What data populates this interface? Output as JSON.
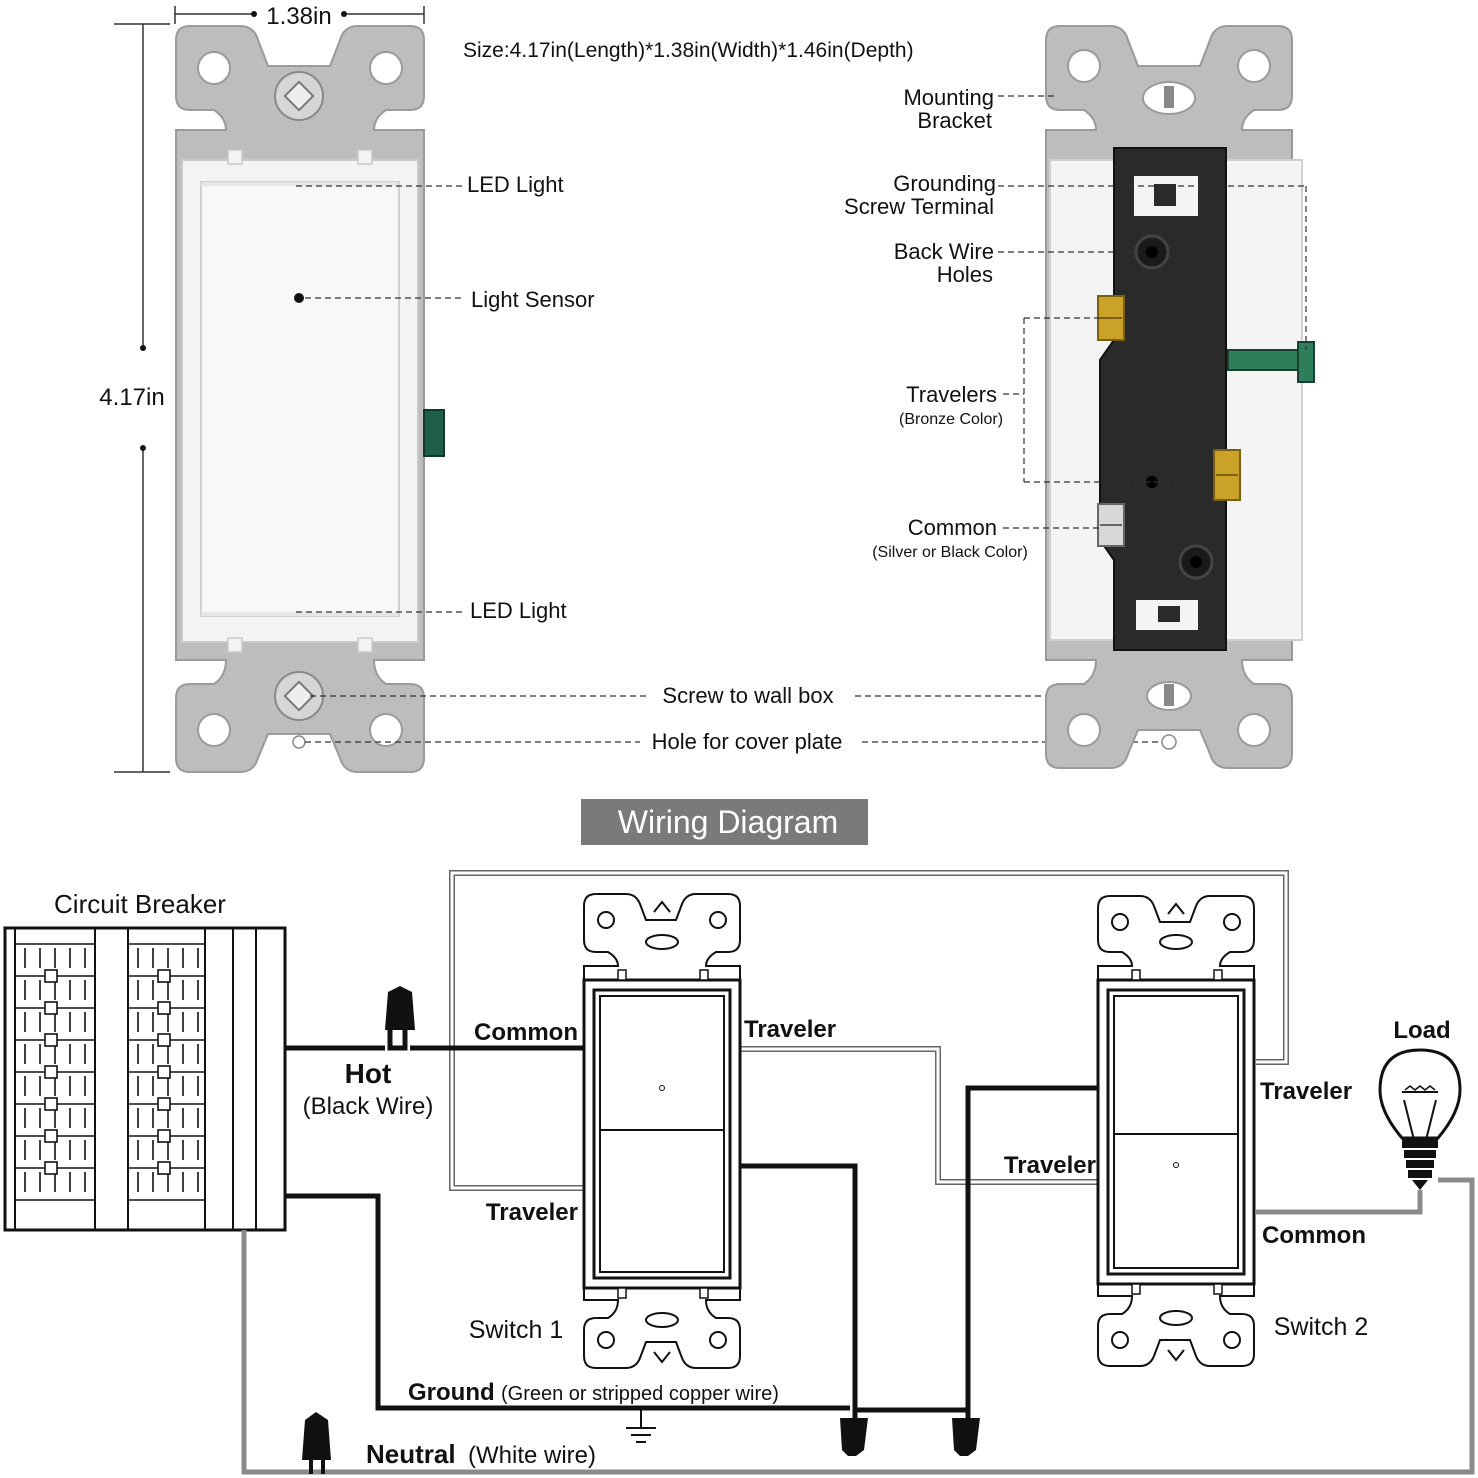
{
  "dimensions": {
    "width": "1.38in",
    "length": "4.17in",
    "size_spec": "Size:4.17in(Length)*1.38in(Width)*1.46in(Depth)"
  },
  "front_labels": {
    "led_top": "LED Light",
    "light_sensor": "Light Sensor",
    "led_bottom": "LED Light"
  },
  "shared_labels": {
    "screw_wall_box": "Screw to wall box",
    "hole_cover_plate": "Hole for cover plate"
  },
  "back_labels": {
    "mounting_1": "Mounting",
    "mounting_2": "Bracket",
    "grounding_1": "Grounding",
    "grounding_2": "Screw Terminal",
    "backwire_1": "Back Wire",
    "backwire_2": "Holes",
    "travelers": "Travelers",
    "travelers_note": "(Bronze Color)",
    "common": "Common",
    "common_note": "(Silver or Black Color)"
  },
  "wiring": {
    "title": "Wiring Diagram",
    "circuit_breaker": "Circuit Breaker",
    "hot": "Hot",
    "hot_note": "(Black Wire)",
    "sw1_common": "Common",
    "sw1_traveler_top": "Traveler",
    "sw1_traveler_bottom": "Traveler",
    "switch1": "Switch  1",
    "sw2_traveler_top": "Traveler",
    "sw2_traveler_left": "Traveler",
    "sw2_common": "Common",
    "switch2": "Switch  2",
    "load": "Load",
    "ground": "Ground",
    "ground_note": "(Green  or  stripped  copper  wire)",
    "neutral": "Neutral",
    "neutral_note": "(White  wire)"
  },
  "colors": {
    "plate": "#bdbdbd",
    "title_bg": "#7a7a7a",
    "terminal_brass": "#c9a227",
    "ground_screw": "#2e7d5b",
    "neutral_wire": "#8a8a8a"
  }
}
